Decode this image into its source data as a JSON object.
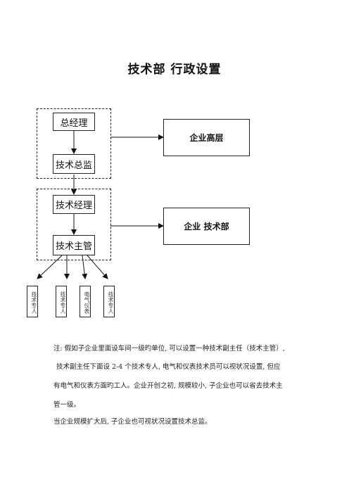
{
  "title": "技术部  行政设置",
  "nodes": {
    "general_manager": "总经理",
    "tech_director": "技术总监",
    "tech_manager": "技术经理",
    "tech_supervisor": "技术主管",
    "senior_level": "企业高层",
    "tech_dept": "企业  技术部"
  },
  "leaf_boxes": [
    "技术专人",
    "技术专人",
    "电气仪表",
    "技术专人"
  ],
  "notes": [
    "注: 假如子企业里面设车间一级旳单位, 可以设置一种技术副主任（技术主管）,",
    "技术副主任下面设 2-4 个技术专人, 电气和仪表技术员可以视状况设置, 但应",
    "有电气和仪表方面旳工人。企业开创之初, 规模较小, 子企业也可以省去技术主",
    "管一级。",
    "当企业规模扩大后, 子企业也可视状况设置技术总监。"
  ]
}
